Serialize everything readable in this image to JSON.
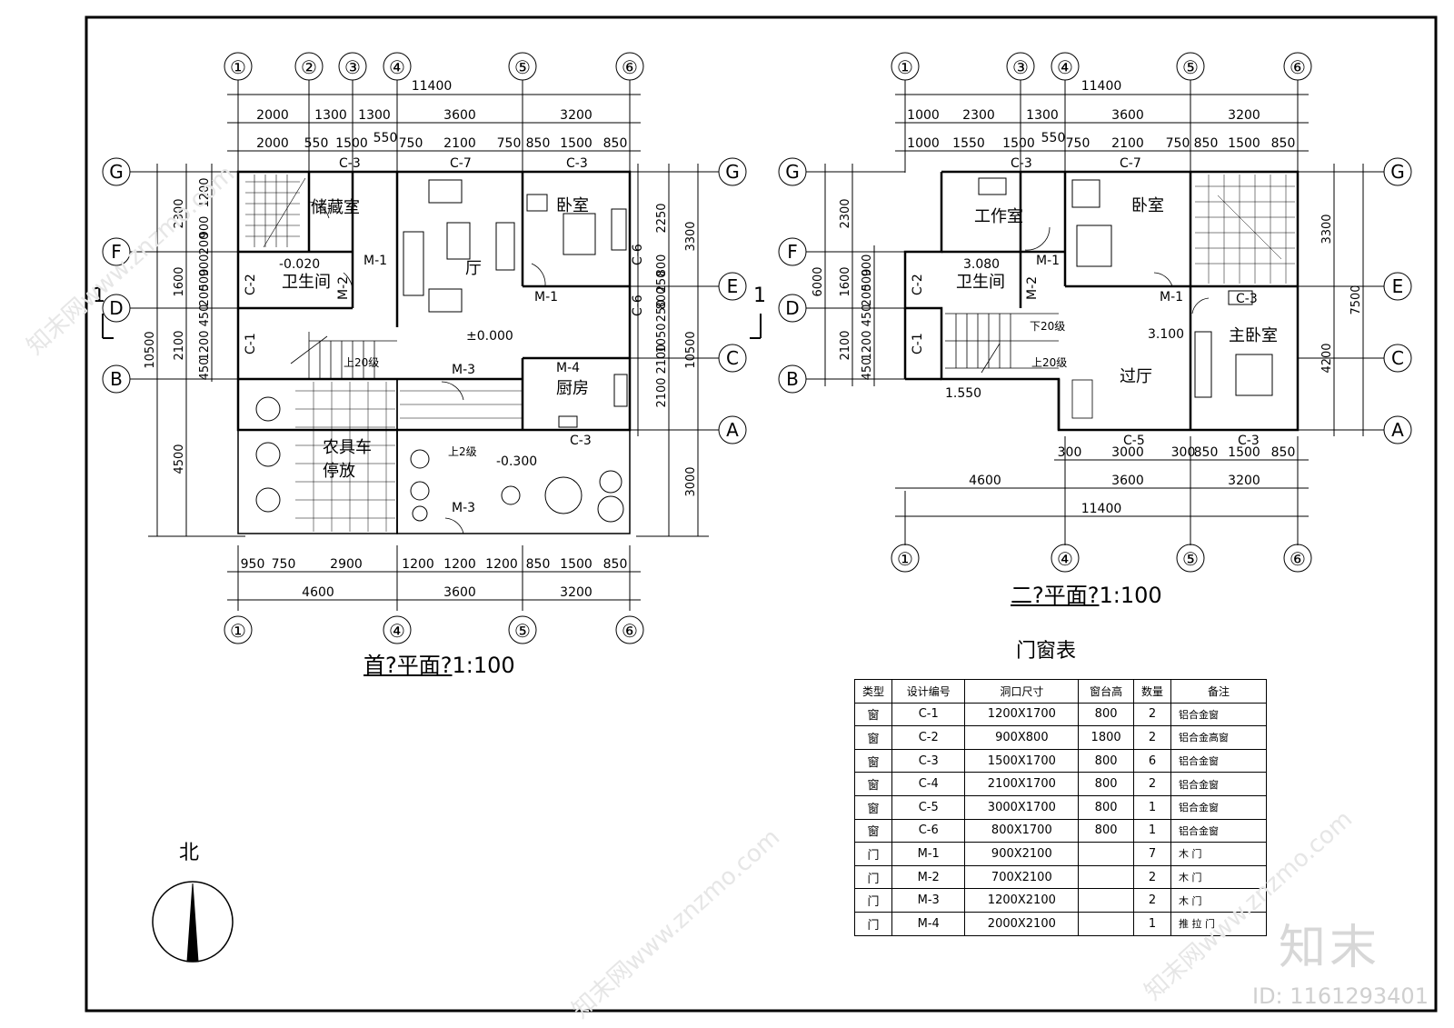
{
  "plan1": {
    "title_main": "首?平面?",
    "title_scale": "1:100",
    "axes_top": [
      "①",
      "②",
      "③",
      "④",
      "⑤",
      "⑥"
    ],
    "axes_bottom": [
      "①",
      "④",
      "⑤",
      "⑥"
    ],
    "axes_side": [
      "G",
      "F",
      "D",
      "B",
      "E",
      "C",
      "A"
    ],
    "dim_total": "11400",
    "dims_top_1": [
      "2000",
      "1300",
      "1300",
      "3600",
      "3200"
    ],
    "dims_top_2": [
      "2000",
      "550",
      "1500",
      "550",
      "750",
      "2100",
      "750",
      "850",
      "1500",
      "850"
    ],
    "dims_bottom_1": [
      "950",
      "750",
      "2900",
      "1200",
      "1200",
      "1200",
      "850",
      "1500",
      "850"
    ],
    "dims_bottom_2": [
      "4600",
      "3600",
      "3200"
    ],
    "dims_left_1": [
      "2300",
      "1600",
      "2100",
      "4500"
    ],
    "dims_left_total": "10500",
    "dims_left_2": [
      "1200",
      "900",
      "200",
      "900",
      "500",
      "200",
      "450",
      "1200",
      "450"
    ],
    "dims_right_1": [
      "3300",
      "2100",
      "3000"
    ],
    "dims_right_total": "10500",
    "dims_right_2": [
      "2250",
      "800",
      "250",
      "800",
      "250",
      "1050",
      "2100"
    ],
    "rooms": {
      "storage": "储藏室",
      "hall": "厅",
      "bedroom": "卧室",
      "wc": "卫生间",
      "kitchen": "厨房",
      "garage_1": "农具车",
      "garage_2": "停放"
    },
    "labels": {
      "c3a": "C-3",
      "c7": "C-7",
      "c3b": "C-3",
      "c3c": "C-3",
      "c2": "C-2",
      "c1": "C-1",
      "c6a": "C-6",
      "c6b": "C-6",
      "m1a": "M-1",
      "m1b": "M-1",
      "m2": "M-2",
      "m3a": "M-3",
      "m3b": "M-3",
      "m4": "M-4",
      "lvl_wc": "-0.020",
      "lvl_0": "±0.000",
      "lvl_out": "-0.300",
      "stair_up": "上20级",
      "step_up": "上2级",
      "section": "1"
    }
  },
  "plan2": {
    "title_main": "二?平面?",
    "title_scale": "1:100",
    "axes_top": [
      "①",
      "③",
      "④",
      "⑤",
      "⑥"
    ],
    "axes_bottom": [
      "①",
      "④",
      "⑤",
      "⑥"
    ],
    "axes_side": [
      "G",
      "F",
      "D",
      "B",
      "E",
      "C",
      "A"
    ],
    "dim_total": "11400",
    "dim_total_bottom": "11400",
    "dims_top_1": [
      "1000",
      "2300",
      "1300",
      "3600",
      "3200"
    ],
    "dims_top_2": [
      "1000",
      "1550",
      "1500",
      "550",
      "750",
      "2100",
      "750",
      "850",
      "1500",
      "850"
    ],
    "dims_bottom_1": [
      "300",
      "3000",
      "300",
      "850",
      "1500",
      "850"
    ],
    "dims_bottom_2": [
      "4600",
      "3600",
      "3200"
    ],
    "dims_left_1": [
      "2300",
      "1600",
      "2100"
    ],
    "dims_left_total": "6000",
    "dims_left_2": [
      "900",
      "500",
      "200",
      "450",
      "1200",
      "450"
    ],
    "dims_right_1": [
      "3300",
      "4200"
    ],
    "dims_right_total": "7500",
    "rooms": {
      "study": "工作室",
      "bedroom": "卧室",
      "wc": "卫生间",
      "hall": "过厅",
      "master": "主卧室"
    },
    "labels": {
      "c3a": "C-3",
      "c7": "C-7",
      "c2": "C-2",
      "c1": "C-1",
      "c3b": "C-3",
      "c5": "C-5",
      "c3c": "C-3",
      "m1a": "M-1",
      "m1b": "M-1",
      "m2": "M-2",
      "lvl_wc": "3.080",
      "lvl_hall": "3.100",
      "lvl_land": "1.550",
      "stair_down": "下20级",
      "stair_up": "上20级"
    }
  },
  "north": "北",
  "table": {
    "title": "门窗表",
    "headers": [
      "类型",
      "设计编号",
      "洞口尺寸",
      "窗台高",
      "数量",
      "备注"
    ],
    "rows": [
      [
        "窗",
        "C-1",
        "1200X1700",
        "800",
        "2",
        "铝合金窗"
      ],
      [
        "窗",
        "C-2",
        "900X800",
        "1800",
        "2",
        "铝合金高窗"
      ],
      [
        "窗",
        "C-3",
        "1500X1700",
        "800",
        "6",
        "铝合金窗"
      ],
      [
        "窗",
        "C-4",
        "2100X1700",
        "800",
        "2",
        "铝合金窗"
      ],
      [
        "窗",
        "C-5",
        "3000X1700",
        "800",
        "1",
        "铝合金窗"
      ],
      [
        "窗",
        "C-6",
        "800X1700",
        "800",
        "1",
        "铝合金窗"
      ],
      [
        "门",
        "M-1",
        "900X2100",
        "",
        "7",
        "木 门"
      ],
      [
        "门",
        "M-2",
        "700X2100",
        "",
        "2",
        "木 门"
      ],
      [
        "门",
        "M-3",
        "1200X2100",
        "",
        "2",
        "木 门"
      ],
      [
        "门",
        "M-4",
        "2000X2100",
        "",
        "1",
        "推 拉 门"
      ]
    ]
  },
  "watermark": {
    "logo_text": "知末",
    "id_text": "ID: 1161293401",
    "site_text": "知末网www.znzmo.com"
  }
}
